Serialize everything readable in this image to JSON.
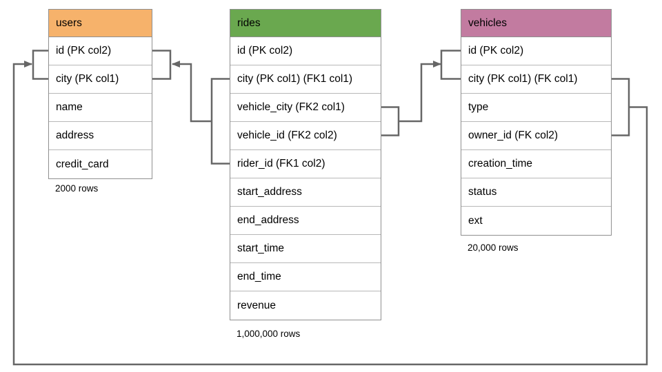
{
  "diagram": {
    "type": "database-schema",
    "connector_color": "#666666",
    "outer_border_color": "#8f8f8f",
    "row_divider_color": "#b7b7b7"
  },
  "tables": {
    "users": {
      "title": "users",
      "header_color": "#f6b26b",
      "columns": [
        "id (PK col2)",
        "city (PK col1)",
        "name",
        "address",
        "credit_card"
      ],
      "row_count_label": "2000 rows"
    },
    "rides": {
      "title": "rides",
      "header_color": "#6aa84f",
      "columns": [
        "id (PK col2)",
        "city (PK col1) (FK1 col1)",
        "vehicle_city (FK2 col1)",
        "vehicle_id (FK2 col2)",
        "rider_id (FK1 col2)",
        "start_address",
        "end_address",
        "start_time",
        "end_time",
        "revenue"
      ],
      "row_count_label": "1,000,000 rows"
    },
    "vehicles": {
      "title": "vehicles",
      "header_color": "#c27ba0",
      "columns": [
        "id (PK col2)",
        "city (PK col1) (FK col1)",
        "type",
        "owner_id (FK col2)",
        "creation_time",
        "status",
        "ext"
      ],
      "row_count_label": "20,000 rows"
    }
  },
  "relationships": [
    {
      "name": "FK1",
      "from_table": "rides",
      "from_columns": [
        "city (PK col1) (FK1 col1)",
        "rider_id (FK1 col2)"
      ],
      "to_table": "users",
      "to_columns": [
        "id (PK col2)",
        "city (PK col1)"
      ],
      "arrow_points_at": "users"
    },
    {
      "name": "FK2",
      "from_table": "rides",
      "from_columns": [
        "vehicle_city (FK2 col1)",
        "vehicle_id (FK2 col2)"
      ],
      "to_table": "vehicles",
      "to_columns": [
        "id (PK col2)",
        "city (PK col1) (FK col1)"
      ],
      "arrow_points_at": "vehicles"
    },
    {
      "name": "FK",
      "from_table": "vehicles",
      "from_columns": [
        "city (PK col1) (FK col1)",
        "owner_id (FK col2)"
      ],
      "to_table": "users",
      "to_columns": [
        "id (PK col2)",
        "city (PK col1)"
      ],
      "arrow_points_at": "users"
    }
  ]
}
